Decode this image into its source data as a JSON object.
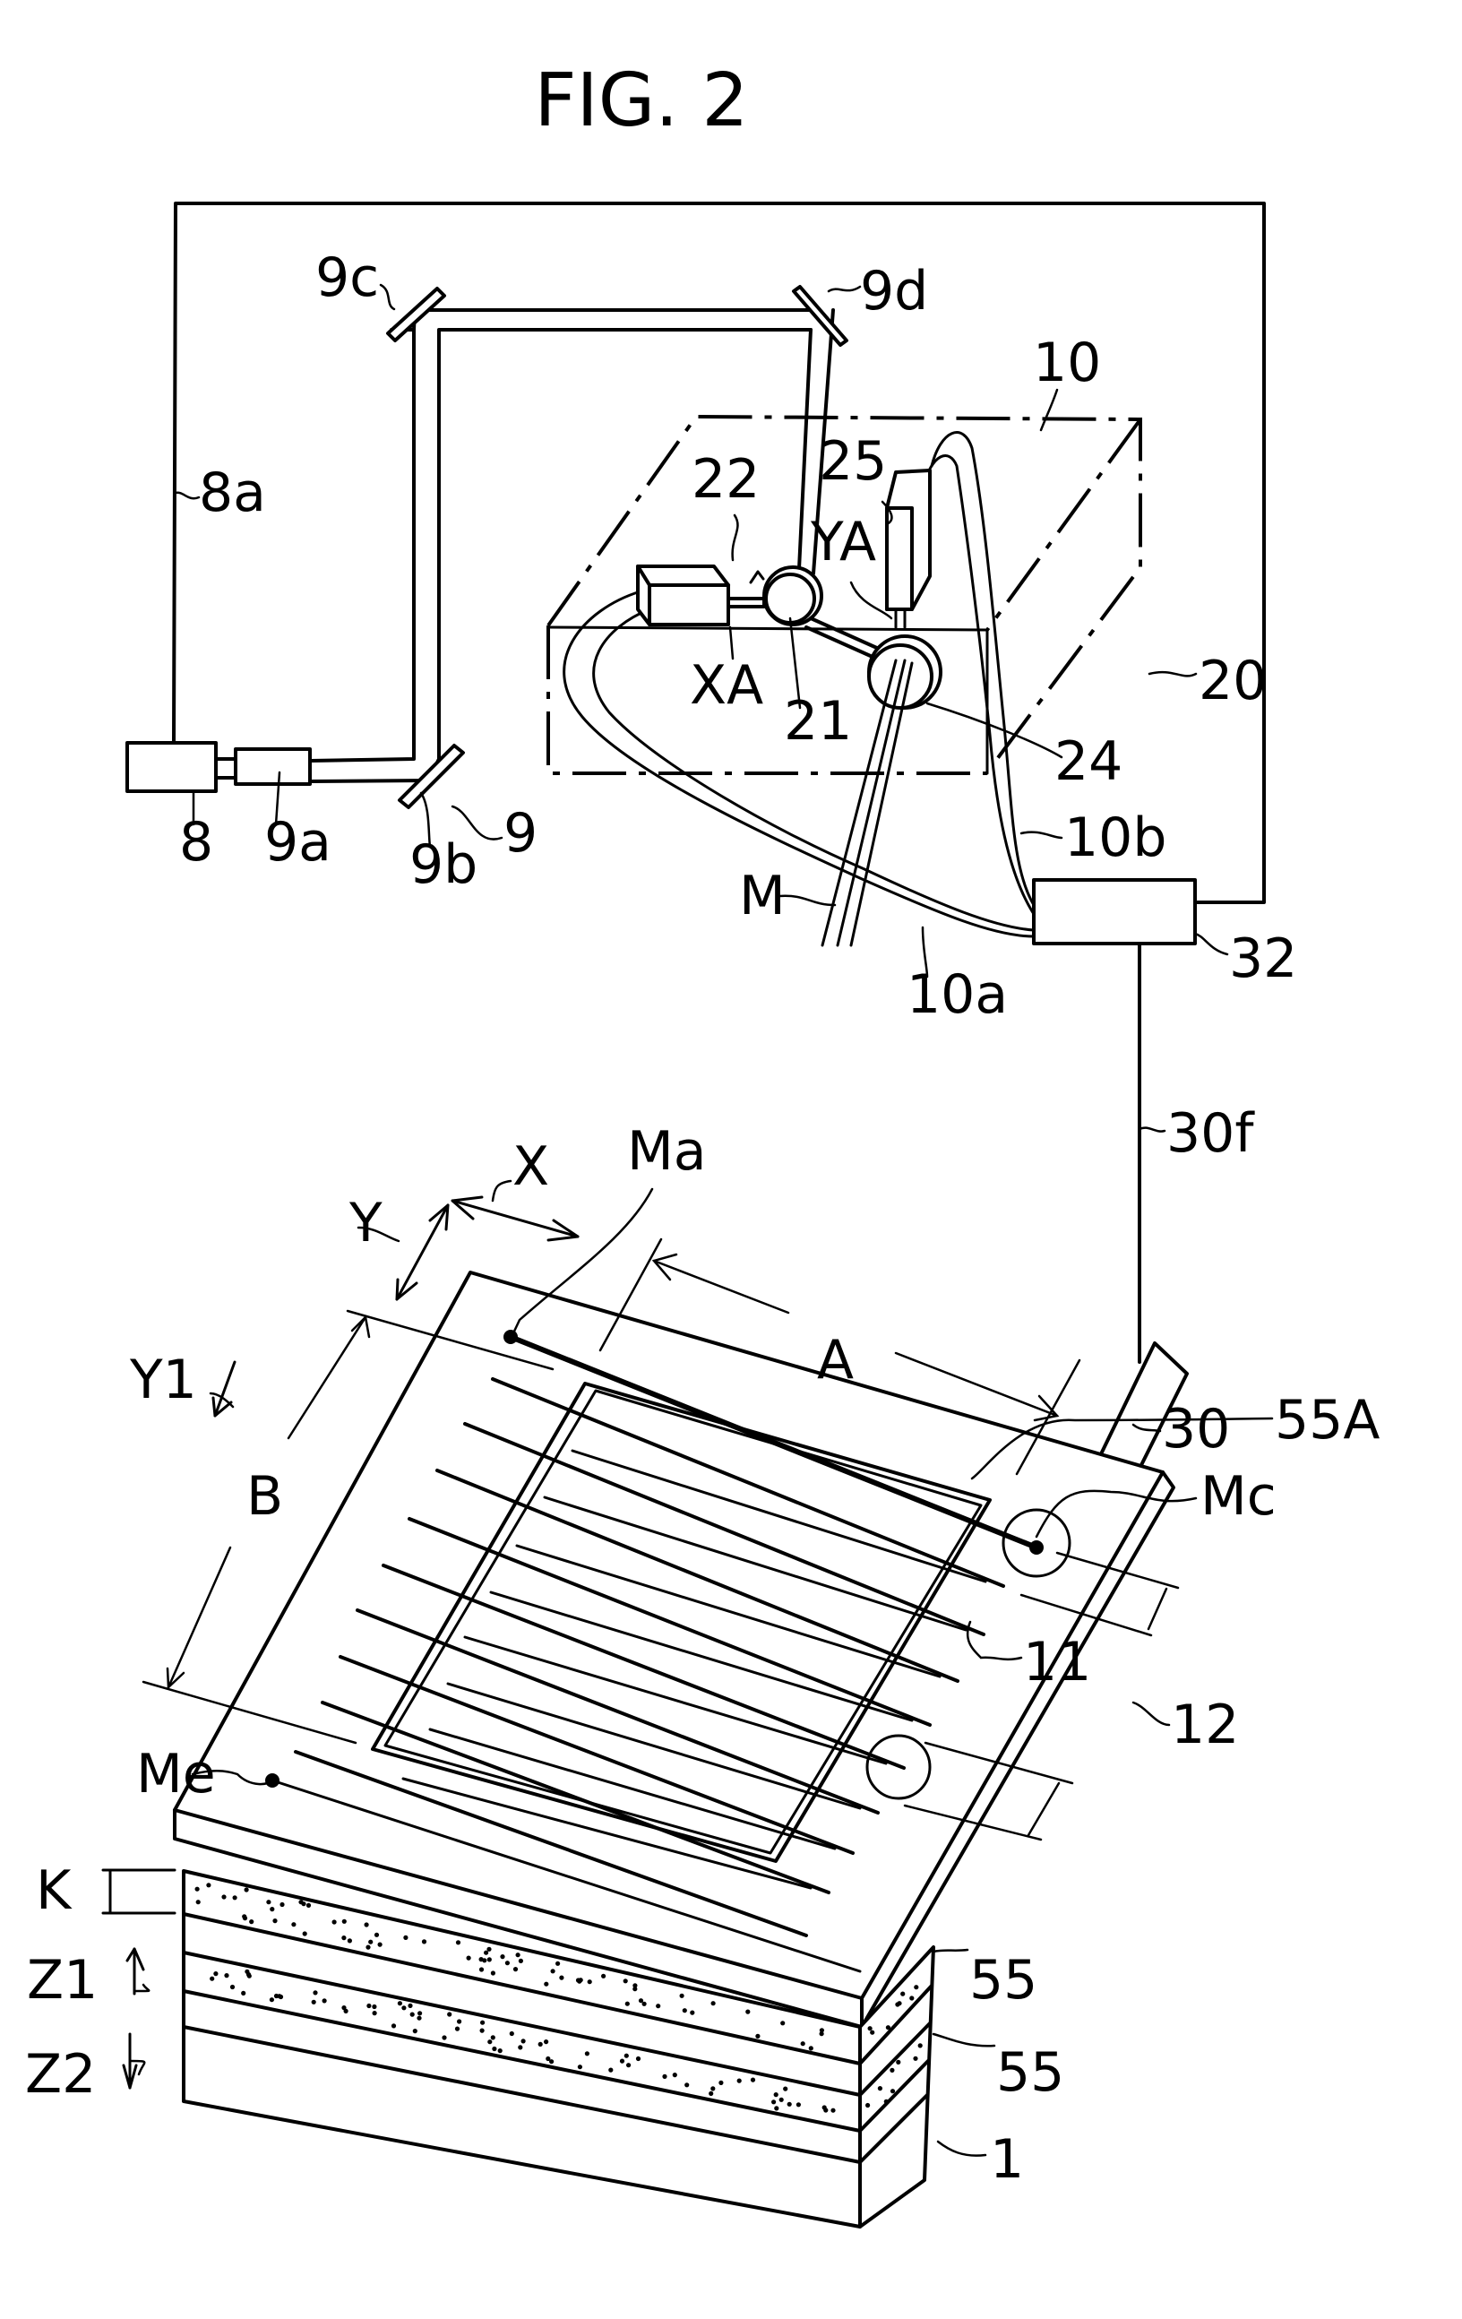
{
  "figure": {
    "title": "FIG. 2",
    "colors": {
      "ink": "#000000",
      "background": "#ffffff"
    }
  },
  "labels": {
    "laser": "8",
    "laser_cable": "8a",
    "beam_expander": "9a",
    "mirror_b": "9b",
    "optical_path": "9",
    "mirror_c": "9c",
    "mirror_d": "9d",
    "scan_unit": "10",
    "fiber_a": "10a",
    "fiber_b": "10b",
    "x_motor": "22",
    "x_mirror": "21",
    "x_axis_rotation": "XA",
    "y_motor": "25",
    "y_axis_rotation": "YA",
    "y_mirror": "24",
    "scanner_assembly": "20",
    "controller": "32",
    "beam": "M",
    "sensor_cable": "30f",
    "sensor": "30",
    "start_point": "Ma",
    "dir_x": "X",
    "dir_y": "Y",
    "dir_y1": "Y1",
    "width_a": "A",
    "width_b": "B",
    "solidified_area": "55A",
    "corner_point": "Mc",
    "contour": "11",
    "resin_surface": "12",
    "end_point": "Me",
    "layer_thickness": "K",
    "up": "Z1",
    "down": "Z2",
    "layer_1": "55",
    "layer_2": "55",
    "base": "1"
  }
}
